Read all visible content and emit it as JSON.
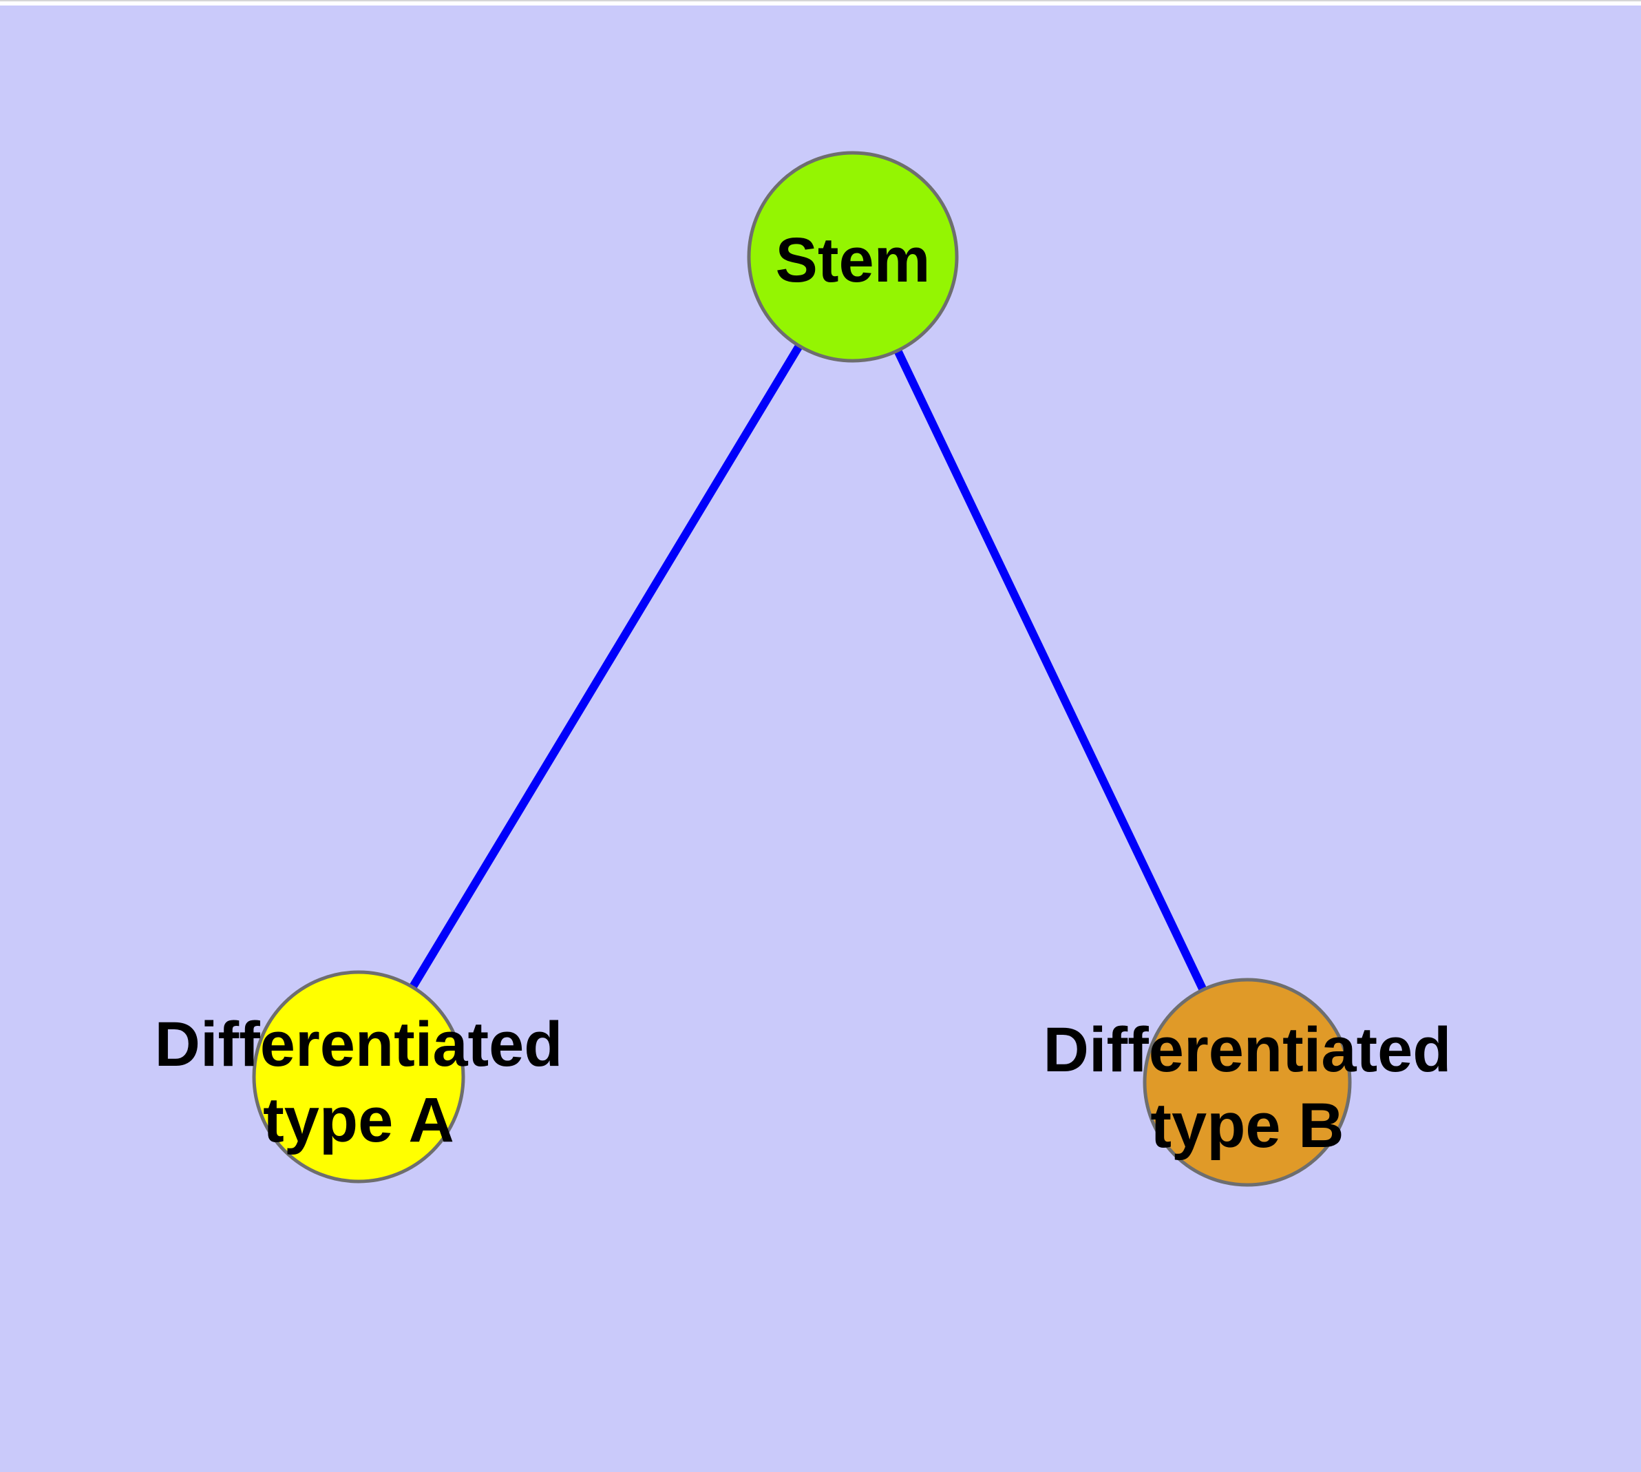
{
  "canvas": {
    "background_color": "#CACAFA",
    "top_strip_color": "#FFFFFF"
  },
  "graph": {
    "text_color": "#000000",
    "node_border_color": "#6E6E6E",
    "nodes": [
      {
        "id": "stem",
        "label_lines": [
          "Stem"
        ],
        "color": "#94F502"
      },
      {
        "id": "type-a",
        "label_lines": [
          "Differentiated",
          "type A"
        ],
        "color": "#FFFF00"
      },
      {
        "id": "type-b",
        "label_lines": [
          "Differentiated",
          "type B"
        ],
        "color": "#E09A28"
      }
    ],
    "edges": [
      {
        "from": "stem",
        "to": "type-a",
        "color": "#0000FA"
      },
      {
        "from": "stem",
        "to": "type-b",
        "color": "#0000FA"
      }
    ]
  }
}
